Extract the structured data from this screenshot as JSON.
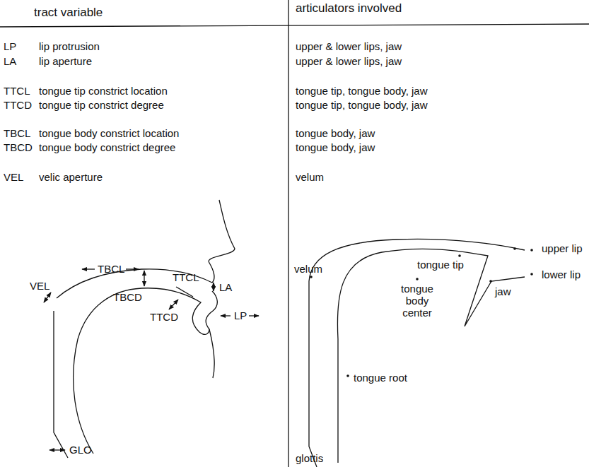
{
  "diagram": {
    "labels": [
      "tract variable",
      "articulators involved",
      "LP",
      "lip protrusion",
      "upper & lower lips, jaw",
      "LA",
      "lip aperture",
      "upper & lower lips, jaw",
      "TTCL",
      "tongue tip constrict location",
      "tongue tip, tongue body, jaw",
      "TTCD",
      "tongue tip constrict degree",
      "tongue tip, tongue body, jaw",
      "TBCL",
      "tongue body constrict location",
      "tongue body, jaw",
      "TBCD",
      "tongue body constrict degree",
      "tongue body, jaw",
      "VEL",
      "velic aperture",
      "velum",
      "TBCL",
      "VEL",
      "TBCD",
      "TTCL",
      "TTCD",
      "LA",
      "LP",
      "GLO",
      "velum",
      "tongue tip",
      "tongue body center",
      "upper lip",
      "lower lip",
      "jaw",
      "tongue root",
      "glottis"
    ]
  }
}
